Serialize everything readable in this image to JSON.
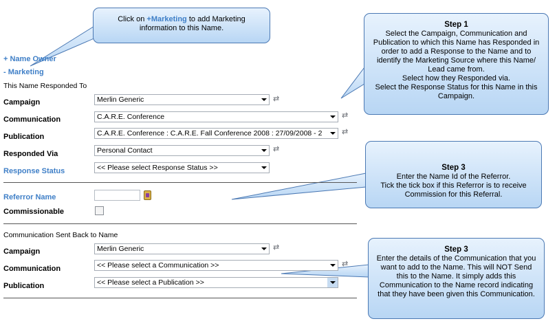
{
  "sections": {
    "name_owner": "+ Name Owner",
    "marketing": "- Marketing"
  },
  "responded": {
    "heading": "This Name Responded To",
    "campaign_label": "Campaign",
    "campaign_value": "Merlin Generic",
    "communication_label": "Communication",
    "communication_value": "C.A.R.E. Conference",
    "publication_label": "Publication",
    "publication_value": "C.A.R.E. Conference : C.A.R.E. Fall Conference 2008 : 27/09/2008 - 2",
    "via_label": "Responded Via",
    "via_value": "Personal Contact",
    "status_label": "Response Status",
    "status_value": "<< Please select Response Status >>"
  },
  "referror": {
    "name_label": "Referror Name",
    "name_value": "",
    "commissionable_label": "Commissionable",
    "commissionable_checked": false
  },
  "sent_back": {
    "heading": "Communication Sent Back to Name",
    "campaign_label": "Campaign",
    "campaign_value": "Merlin Generic",
    "communication_label": "Communication",
    "communication_value": "<< Please select a Communication >>",
    "publication_label": "Publication",
    "publication_value": "<< Please select a Publication >>"
  },
  "callouts": {
    "marketing": {
      "line1_pre": "Click on ",
      "line1_link": "+Marketing",
      "line1_post": " to add Marketing",
      "line2": "information to this Name."
    },
    "step1": {
      "title": "Step 1",
      "body": "Select the Campaign, Communication and Publication to which this Name has Responded in order to add a Response to the Name and to identify the Marketing Source where this Name/ Lead came from.",
      "line2": "Select how they Responded via.",
      "line3": "Select the Response Status for this Name in this Campaign."
    },
    "step3a": {
      "title": "Step 3",
      "line1": "Enter the Name Id of the Referror.",
      "line2": "Tick the tick box if this Referror is to receive Commission for this Referral."
    },
    "step3b": {
      "title": "Step 3",
      "body": "Enter the details of the Communication that you want to add to the Name.  This will NOT Send this to the Name.  It simply adds this Communication to the Name record indicating that they have been given this Communication."
    }
  },
  "colors": {
    "link": "#3f7fc7",
    "bubble_border": "#4a78b3",
    "bubble_top": "#e7f2fd",
    "bubble_bottom": "#b8d6f4"
  }
}
